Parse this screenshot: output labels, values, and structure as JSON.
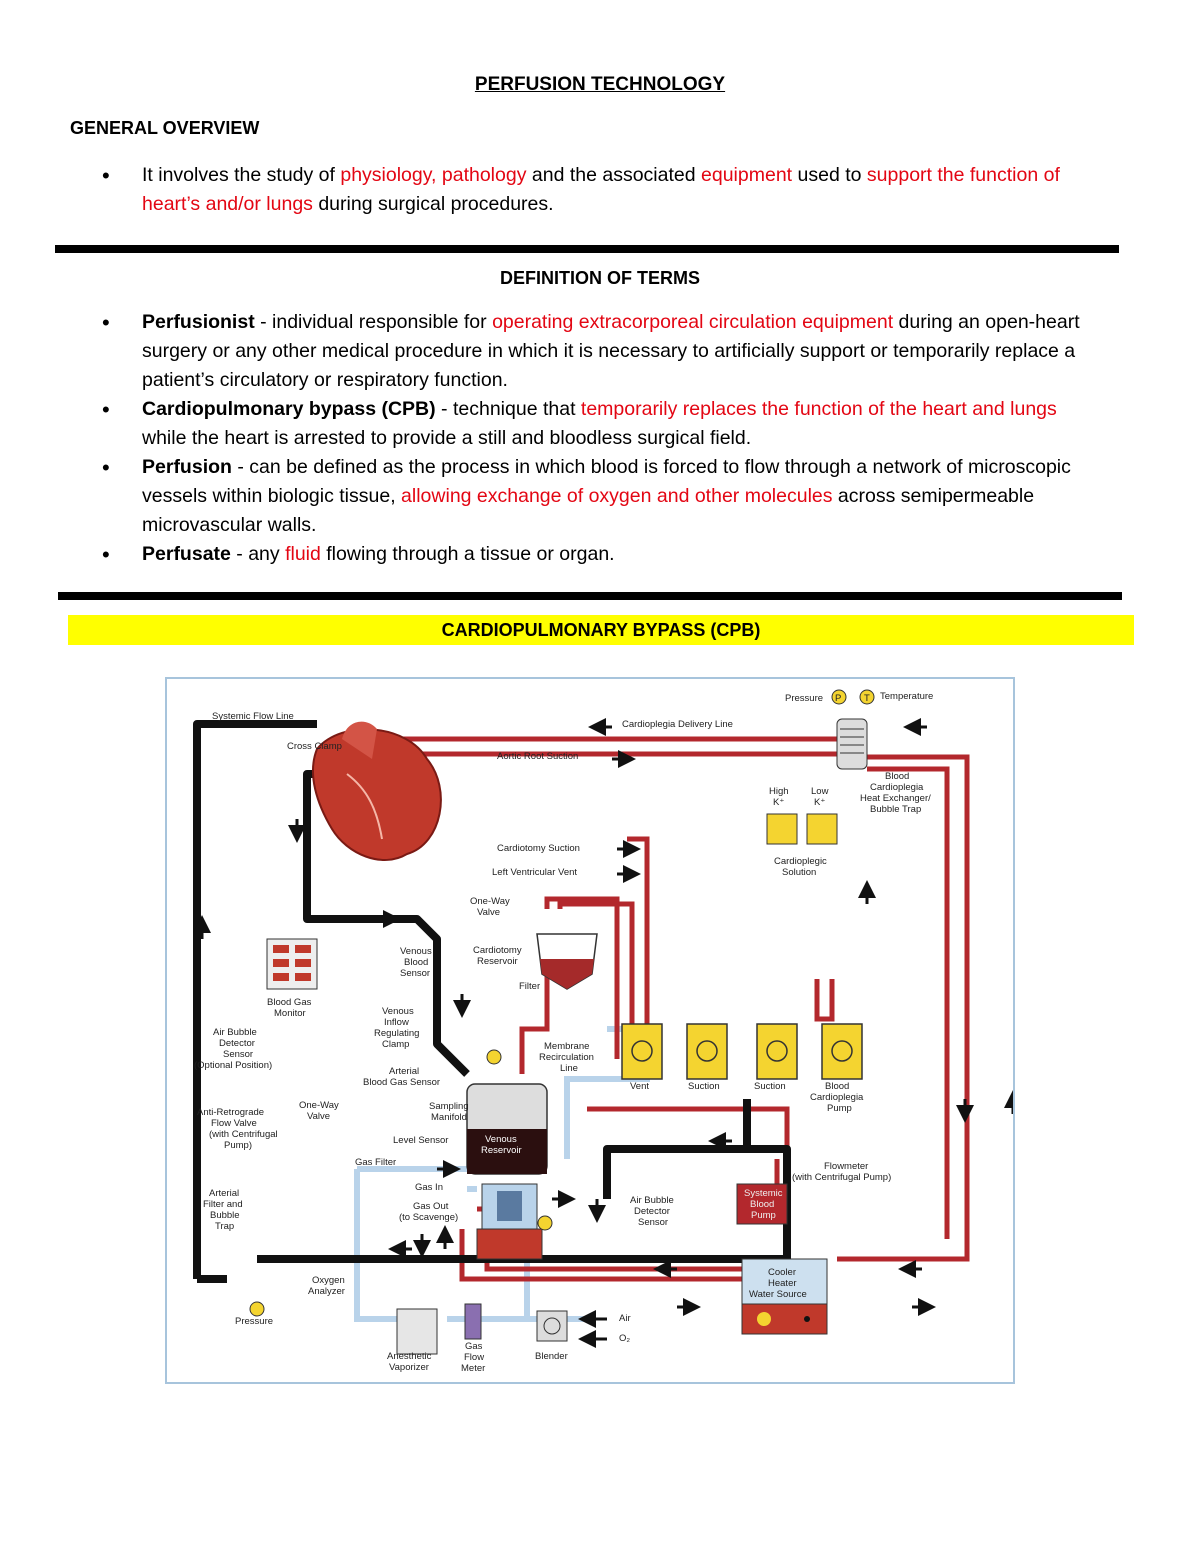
{
  "title": "PERFUSION TECHNOLOGY",
  "general_overview": {
    "heading": "GENERAL OVERVIEW",
    "bullet": {
      "p1": "It involves the study of ",
      "r1": "physiology, pathology",
      "p2": " and the associated ",
      "r2": "equipment",
      "p3": " used to ",
      "r3": "support the function of heart’s and/or lungs",
      "p4": " during surgical procedures."
    }
  },
  "definitions": {
    "heading": "DEFINITION OF TERMS",
    "items": [
      {
        "term": "Perfusionist",
        "p1": " - individual responsible for ",
        "r1": "operating extracorporeal circulation equipment",
        "p2": " during an open-heart surgery or any other medical procedure in which it is necessary to artificially support or temporarily replace a patient’s circulatory or respiratory function."
      },
      {
        "term": "Cardiopulmonary bypass (CPB)",
        "p1": " - technique that ",
        "r1": "temporarily replaces the function of the heart and lungs",
        "p2": " while the heart is arrested to provide a still and bloodless surgical field."
      },
      {
        "term": "Perfusion",
        "p1": " - can be defined as the process in which blood is forced to flow through a network of microscopic vessels within biologic tissue, ",
        "r1": "allowing exchange of oxygen and other molecules",
        "p2": " across semipermeable microvascular walls."
      },
      {
        "term": "Perfusate",
        "p1": " - any ",
        "r1": "fluid",
        "p2": " flowing through a tissue or organ."
      }
    ]
  },
  "cpb_banner": "CARDIOPULMONARY BYPASS (CPB)",
  "diagram_labels": {
    "systemic_flow_line": "Systemic Flow Line",
    "cross_clamp": "Cross Clamp",
    "cardioplegia_delivery_line": "Cardioplegia Delivery Line",
    "aortic_root_suction": "Aortic Root Suction",
    "pressure_top": "Pressure",
    "temperature": "Temperature",
    "hx_1": "Blood",
    "hx_2": "Cardioplegia",
    "hx_3": "Heat Exchanger/",
    "hx_4": "Bubble Trap",
    "high_k_1": "High",
    "high_k_2": "K⁺",
    "low_k_1": "Low",
    "low_k_2": "K⁺",
    "cardioplegic_1": "Cardioplegic",
    "cardioplegic_2": "Solution",
    "cardiotomy_suction": "Cardiotomy Suction",
    "lv_vent": "Left Ventricular Vent",
    "one_way_1": "One-Way",
    "one_way_2": "Valve",
    "venous_sensor_1": "Venous",
    "venous_sensor_2": "Blood",
    "venous_sensor_3": "Sensor",
    "cardiotomy_res_1": "Cardiotomy",
    "cardiotomy_res_2": "Reservoir",
    "filter": "Filter",
    "bgm_1": "Blood Gas",
    "bgm_2": "Monitor",
    "vic_1": "Venous",
    "vic_2": "Inflow",
    "vic_3": "Regulating",
    "vic_4": "Clamp",
    "abd_1": "Air Bubble",
    "abd_2": "Detector",
    "abd_3": "Sensor",
    "abd_4": "(Optional Position)",
    "membrane_1": "Membrane",
    "membrane_2": "Recirculation",
    "membrane_3": "Line",
    "vent": "Vent",
    "suction_1": "Suction",
    "suction_2": "Suction",
    "bcp_1": "Blood",
    "bcp_2": "Cardioplegia",
    "bcp_3": "Pump",
    "abgs_1": "Arterial",
    "abgs_2": "Blood Gas Sensor",
    "sampling_1": "Sampling",
    "sampling_2": "Manifold",
    "antiretro_1": "Anti-Retrograde",
    "antiretro_2": "Flow Valve",
    "antiretro_3": "(with Centrifugal",
    "antiretro_4": "Pump)",
    "oneway2_1": "One-Way",
    "oneway2_2": "Valve",
    "level_sensor": "Level Sensor",
    "venous_res_1": "Venous",
    "venous_res_2": "Reservoir",
    "gas_filter": "Gas Filter",
    "gas_in": "Gas In",
    "gas_out_1": "Gas Out",
    "gas_out_2": "(to Scavenge)",
    "art_filter_1": "Arterial",
    "art_filter_2": "Filter and",
    "art_filter_3": "Bubble",
    "art_filter_4": "Trap",
    "abd2_1": "Air Bubble",
    "abd2_2": "Detector",
    "abd2_3": "Sensor",
    "sbp_1": "Systemic",
    "sbp_2": "Blood",
    "sbp_3": "Pump",
    "flowmeter_1": "Flowmeter",
    "flowmeter_2": "(with Centrifugal Pump)",
    "oxy_analyzer_1": "Oxygen",
    "oxy_analyzer_2": "Analyzer",
    "pressure_bottom": "Pressure",
    "cooler_1": "Cooler",
    "cooler_2": "Heater",
    "cooler_3": "Water Source",
    "anesthetic_1": "Anesthetic",
    "anesthetic_2": "Vaporizer",
    "gfm_1": "Gas",
    "gfm_2": "Flow",
    "gfm_3": "Meter",
    "blender": "Blender",
    "air": "Air",
    "o2": "O₂",
    "p_badge": "P",
    "t_badge": "T"
  },
  "colors": {
    "accent_red": "#e30613",
    "banner_yellow": "#ffff00",
    "blood_line": "#b3282d",
    "venous_line": "#111111",
    "gas_line": "#b9d3ea",
    "pump_yellow": "#f4d430"
  }
}
